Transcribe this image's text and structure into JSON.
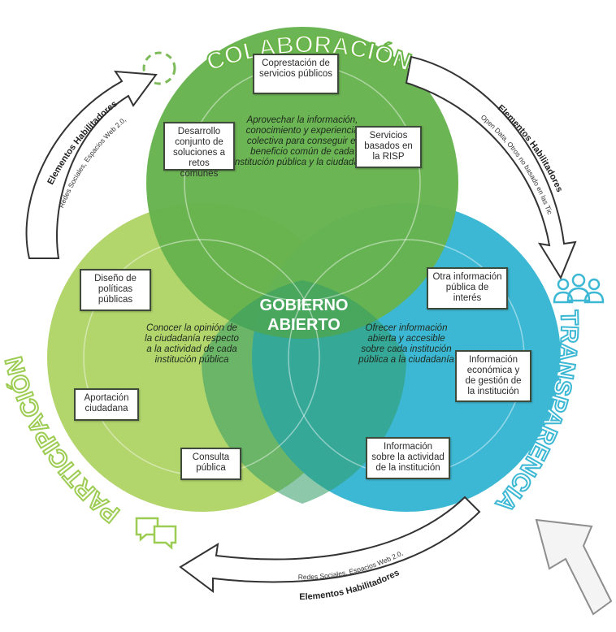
{
  "center_title_line1": "GOBIERNO",
  "center_title_line2": "ABIERTO",
  "sections": {
    "colaboracion": {
      "title": "COLABORACIÓN",
      "description": "Aprovechar la información, conocimiento y experiencia colectiva para conseguir el beneficio común de cada institución pública y la ciudadanía",
      "items": [
        "Coprestación de servicios públicos",
        "Desarrollo conjunto de soluciones a retos comunes",
        "Servicios basados en la RISP"
      ],
      "color": "#67b34e"
    },
    "participacion": {
      "title": "PARTICIPACIÓN",
      "description": "Conocer la opinión de la ciudadanía respecto a la actividad de cada institución pública",
      "items": [
        "Diseño de políticas públicas",
        "Aportación ciudadana",
        "Consulta pública"
      ],
      "color": "#b2d56c"
    },
    "transparencia": {
      "title": "TRANSPARENCIA",
      "description": "Ofrecer información abierta y accesible sobre cada institución pública a la ciudadanía",
      "items": [
        "Otra información pública de interés",
        "Información económica y de gestión de la institución",
        "Información sobre la actividad de la institución"
      ],
      "color": "#3db8d4"
    }
  },
  "enablers": {
    "title": "Elementos Habilitadores",
    "line1": "Redes Sociales, Espacios Web 2.0,",
    "line2": "Open Data, Otros no basado en las Tic"
  }
}
